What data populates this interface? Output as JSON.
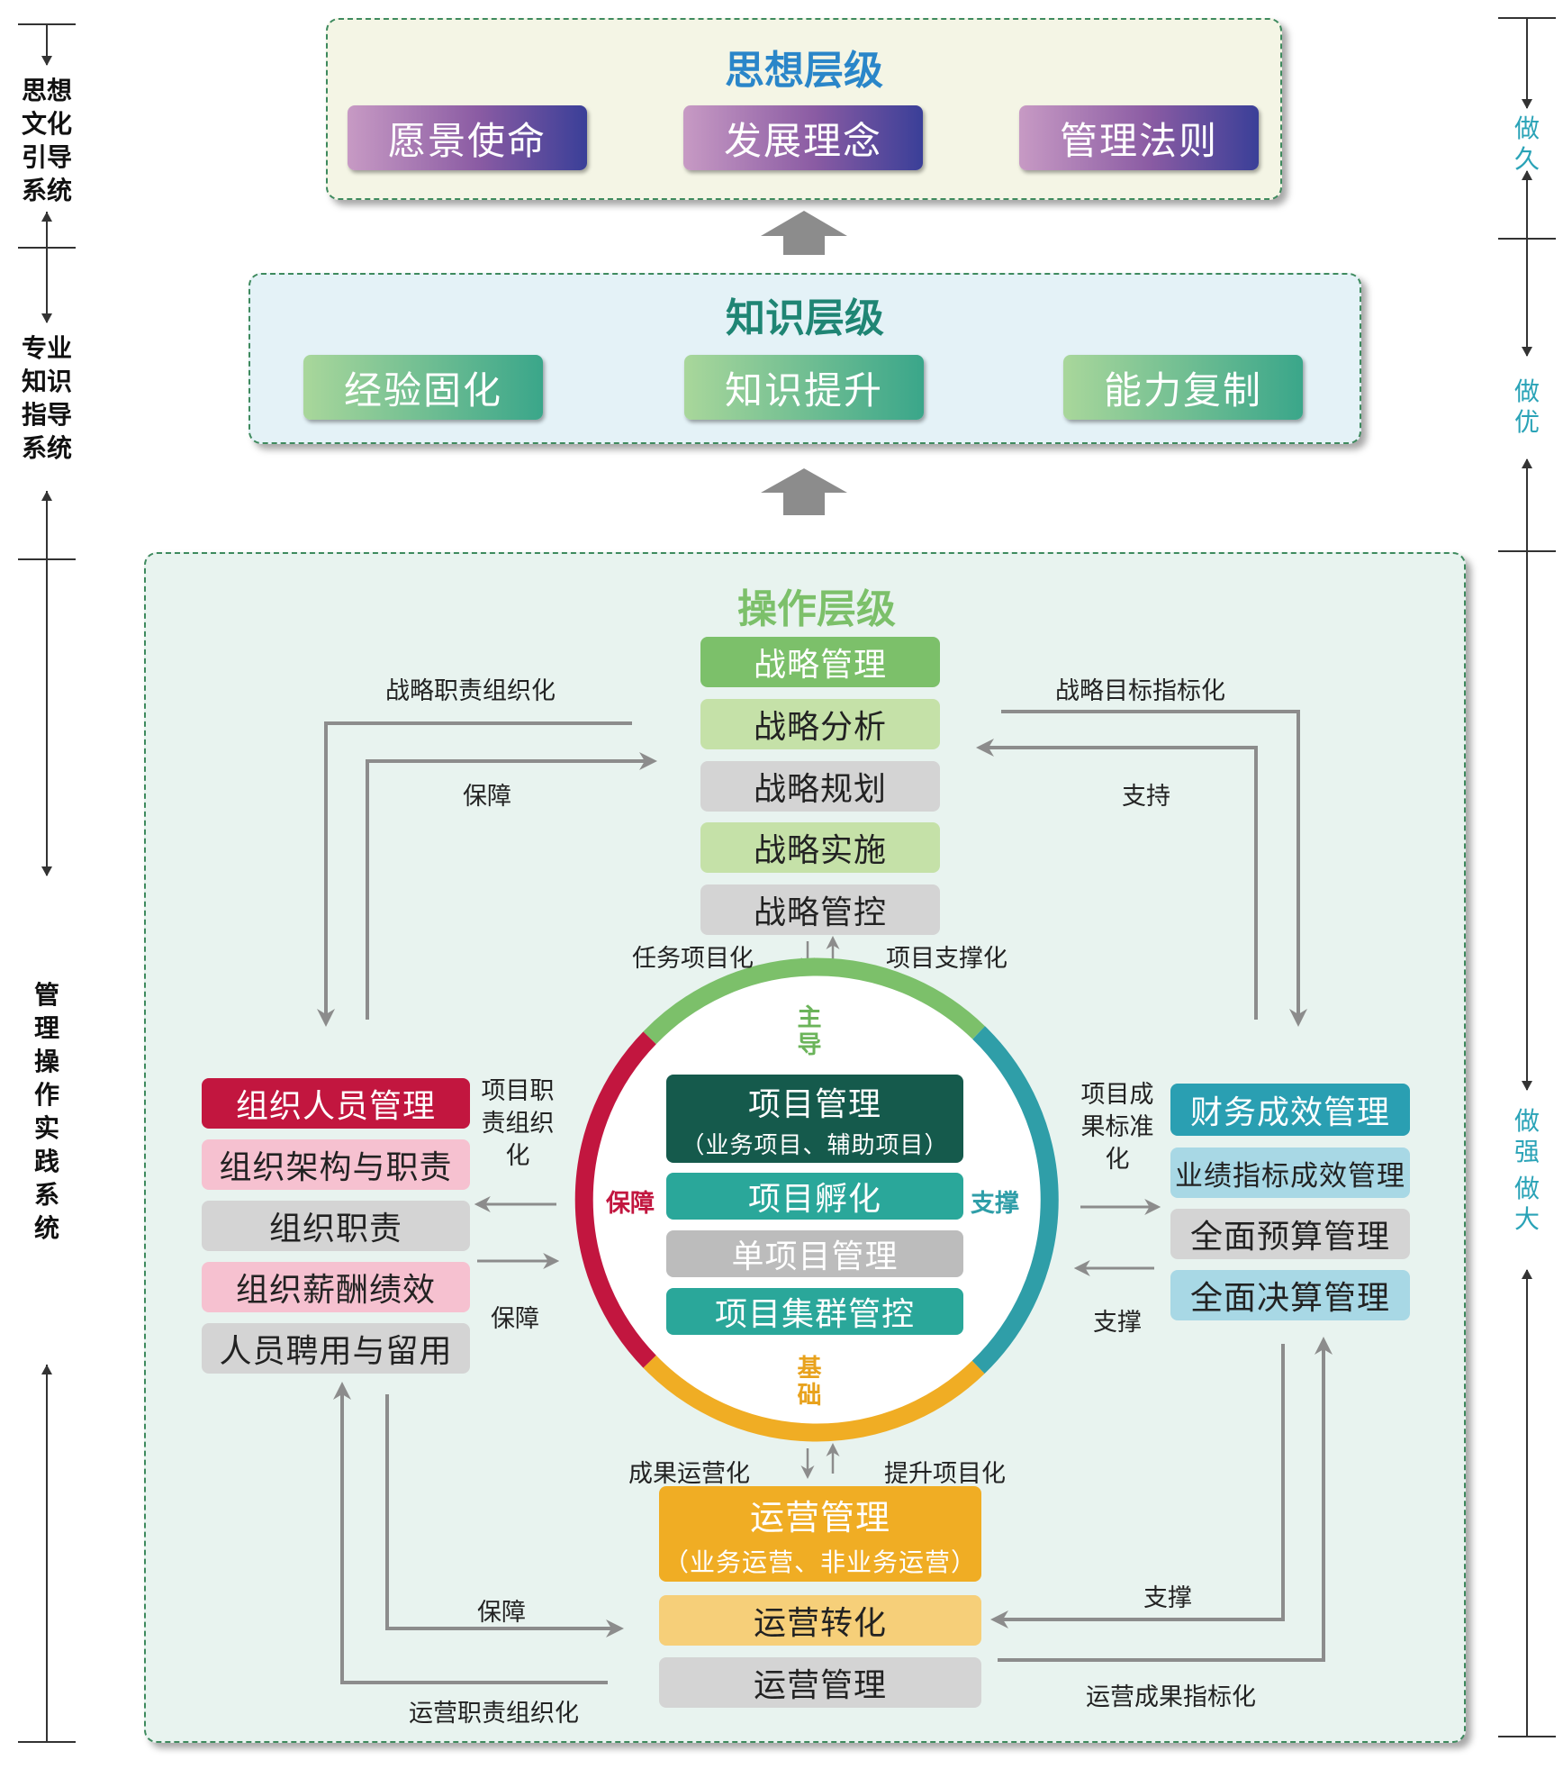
{
  "left_labels": {
    "thought": "思想文化引导系统",
    "knowledge": "专业知识指导系统",
    "management": "管理操作实践系统"
  },
  "right_labels": {
    "long": "做久",
    "excellent": "做优",
    "strong": "做强",
    "big": "做大"
  },
  "thought_level": {
    "title": "思想层级",
    "items": [
      "愿景使命",
      "发展理念",
      "管理法则"
    ]
  },
  "knowledge_level": {
    "title": "知识层级",
    "items": [
      "经验固化",
      "知识提升",
      "能力复制"
    ]
  },
  "operation_level": {
    "title": "操作层级",
    "strategy": [
      "战略管理",
      "战略分析",
      "战略规划",
      "战略实施",
      "战略管控"
    ],
    "org": [
      "组织人员管理",
      "组织架构与职责",
      "组织职责",
      "组织薪酬绩效",
      "人员聘用与留用"
    ],
    "finance": [
      "财务成效管理",
      "业绩指标成效管理",
      "全面预算管理",
      "全面决算管理"
    ],
    "project": {
      "title": "项目管理",
      "subtitle": "（业务项目、辅助项目）",
      "items": [
        "项目孵化",
        "单项目管理",
        "项目集群管控"
      ]
    },
    "operations": {
      "title": "运营管理",
      "subtitle": "（业务运营、非业务运营）",
      "items": [
        "运营转化",
        "运营管理"
      ]
    },
    "circle": {
      "top": "主导",
      "left": "保障",
      "right": "支撑",
      "bottom": "基础"
    }
  },
  "flow_labels": {
    "strategy_org": "战略职责组织化",
    "guarantee_top": "保障",
    "strategy_target": "战略目标指标化",
    "support_top": "支持",
    "task_project": "任务项目化",
    "project_support": "项目支撑化",
    "project_org": "项目职责组织化",
    "guarantee_mid": "保障",
    "project_result": "项目成果标准化",
    "support_mid": "支撑",
    "result_ops": "成果运营化",
    "upgrade_project": "提升项目化",
    "guarantee_bottom": "保障",
    "ops_org": "运营职责组织化",
    "support_bottom": "支撑",
    "ops_result": "运营成果指标化"
  },
  "colors": {
    "green_dark": "#7cc06a",
    "green_light": "#c5e1a8",
    "gray": "#d4d4d4",
    "crimson": "#c2163f",
    "pink": "#f6c1d0",
    "teal": "#2aa79a",
    "teal_dark": "#155a4c",
    "blue": "#2a9fb2",
    "light_blue": "#a8d8e5",
    "orange": "#f0ad24",
    "light_orange": "#f6cf79"
  }
}
